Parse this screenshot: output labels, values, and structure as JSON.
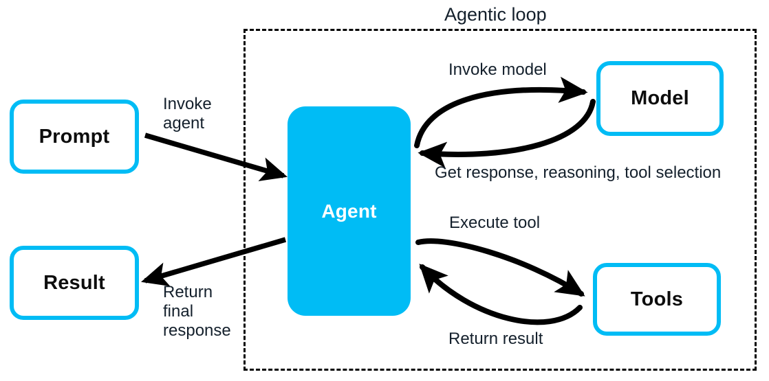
{
  "diagram": {
    "title": "Agentic loop",
    "container_name": "Agentic loop",
    "colors": {
      "accent": "#00bcf5",
      "text": "#14202c",
      "node_text": "#0d0d0d",
      "agent_text": "#ffffff",
      "arrow": "#000000",
      "background": "#ffffff"
    },
    "nodes": [
      {
        "id": "prompt",
        "label": "Prompt",
        "style": "outline"
      },
      {
        "id": "result",
        "label": "Result",
        "style": "outline"
      },
      {
        "id": "agent",
        "label": "Agent",
        "style": "filled"
      },
      {
        "id": "model",
        "label": "Model",
        "style": "outline"
      },
      {
        "id": "tools",
        "label": "Tools",
        "style": "outline"
      }
    ],
    "edges": [
      {
        "id": "invoke-agent",
        "from": "prompt",
        "to": "agent",
        "label": "Invoke\nagent",
        "shape": "straight"
      },
      {
        "id": "return-final",
        "from": "agent",
        "to": "result",
        "label": "Return\nfinal\nresponse",
        "shape": "straight"
      },
      {
        "id": "invoke-model",
        "from": "agent",
        "to": "model",
        "label": "Invoke model",
        "shape": "arc"
      },
      {
        "id": "get-response",
        "from": "model",
        "to": "agent",
        "label": "Get response, reasoning, tool selection",
        "shape": "arc"
      },
      {
        "id": "execute-tool",
        "from": "agent",
        "to": "tools",
        "label": "Execute tool",
        "shape": "arc"
      },
      {
        "id": "return-result",
        "from": "tools",
        "to": "agent",
        "label": "Return result",
        "shape": "arc"
      }
    ]
  }
}
